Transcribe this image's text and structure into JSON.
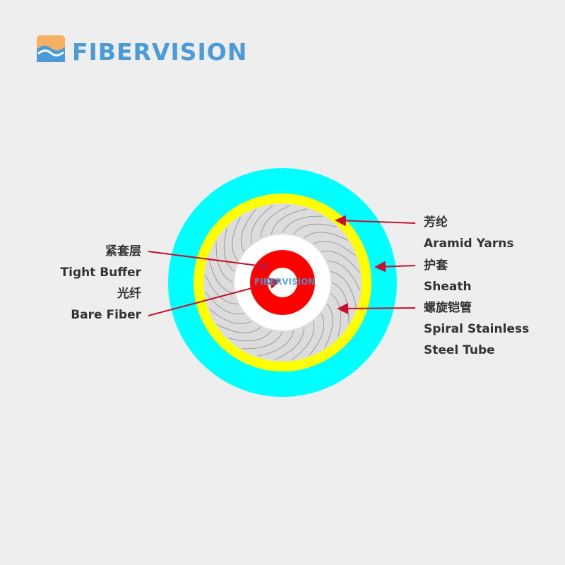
{
  "brand": {
    "name": "FIBERVISION",
    "color": "#4a9bd6",
    "accent": "#f5b063"
  },
  "colors": {
    "background": "#eeeeee",
    "sheath": "#00ffff",
    "aramid": "#ffff00",
    "steel_tube": "#dcdcdc",
    "tube_inner": "#ffffff",
    "tight_buffer": "#ff0000",
    "bare_fiber": "#ffffff",
    "arrow": "#c8102e",
    "label_text": "#333333"
  },
  "labels": {
    "left": [
      {
        "zh": "紧套层",
        "en": "Tight Buffer"
      },
      {
        "zh": "光纤",
        "en": "Bare Fiber"
      }
    ],
    "right": [
      {
        "zh": "芳纶",
        "en": "Aramid Yarns"
      },
      {
        "zh": "护套",
        "en": "Sheath"
      },
      {
        "zh": "螺旋铠管",
        "en": "Spiral Stainless",
        "en2": "Steel Tube"
      }
    ]
  },
  "watermark": "FIBERVISION"
}
